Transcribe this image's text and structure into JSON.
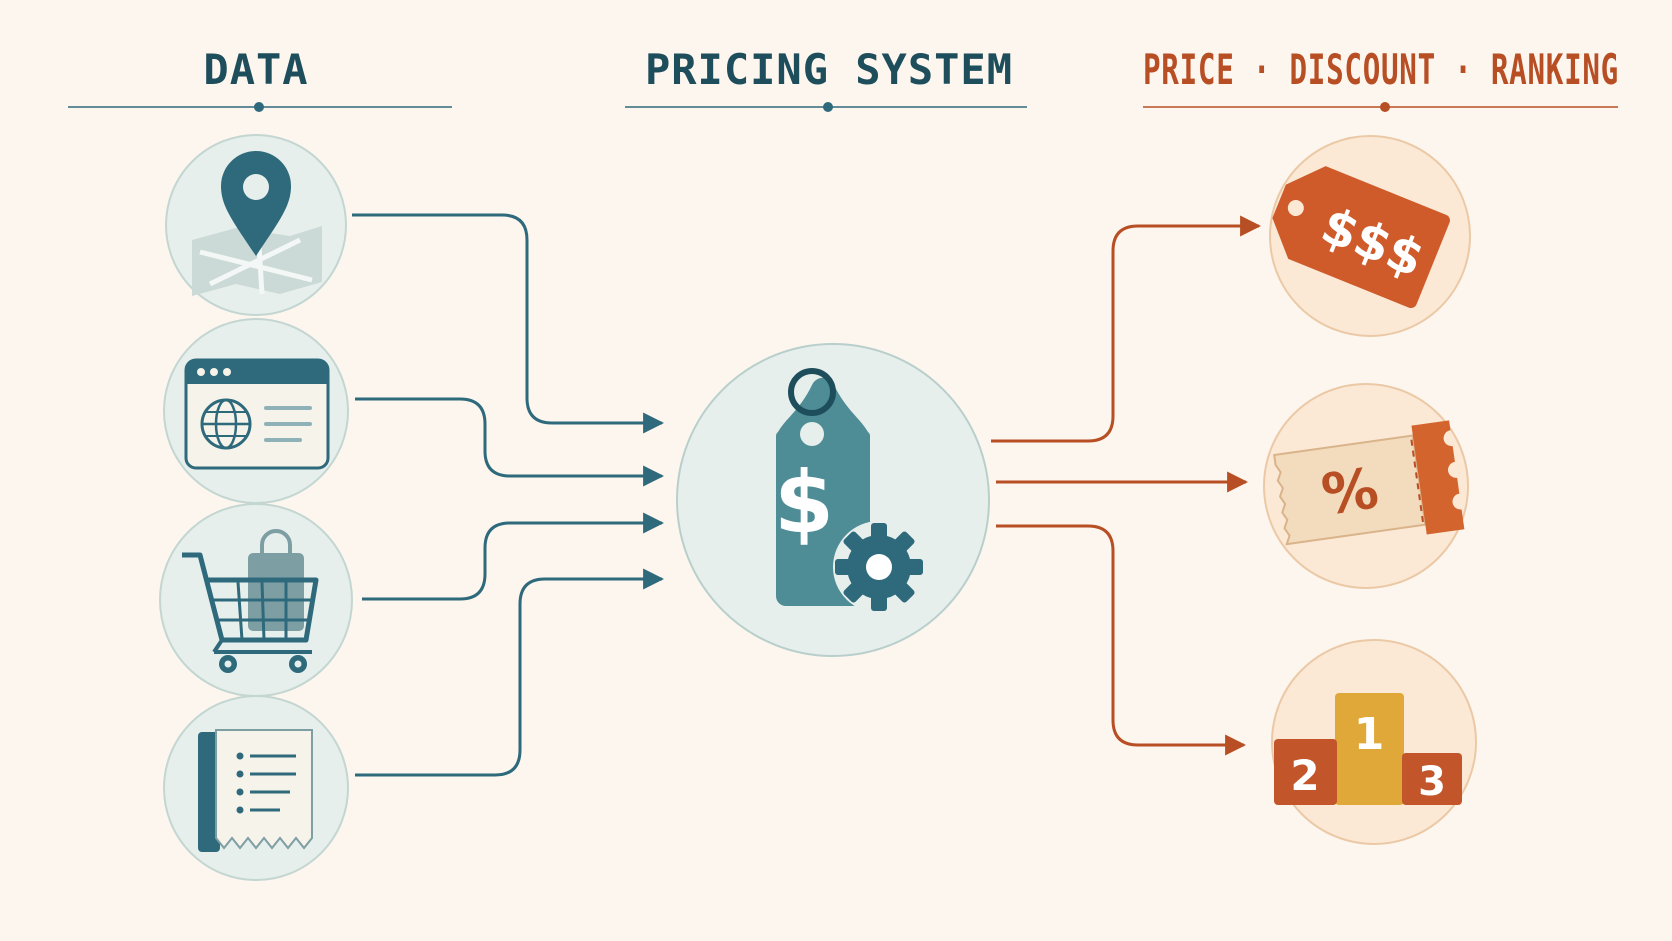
{
  "headers": {
    "data": "DATA",
    "system": "PRICING SYSTEM",
    "outputs": "PRICE · DISCOUNT · RANKING"
  },
  "outputs": {
    "price_tag_text": "$$$",
    "discount_text": "%",
    "rank_first": "1",
    "rank_second": "2",
    "rank_third": "3"
  },
  "center_symbol": "$",
  "inputs": [
    {
      "icon": "location-map-icon"
    },
    {
      "icon": "web-browser-icon"
    },
    {
      "icon": "shopping-cart-icon"
    },
    {
      "icon": "receipt-icon"
    }
  ],
  "center_icon": "price-tag-gear-icon",
  "output_icons": [
    "price-tag-icon",
    "discount-coupon-icon",
    "podium-icon"
  ],
  "colors": {
    "background": "#fcf6ee",
    "teal": "#2e6a7c",
    "teal_dark": "#1e4e5c",
    "rust": "#b84e24",
    "orange": "#d4642e",
    "gold": "#e0a838",
    "input_circle": "#e7efec",
    "output_circle": "#fbe9d6"
  }
}
